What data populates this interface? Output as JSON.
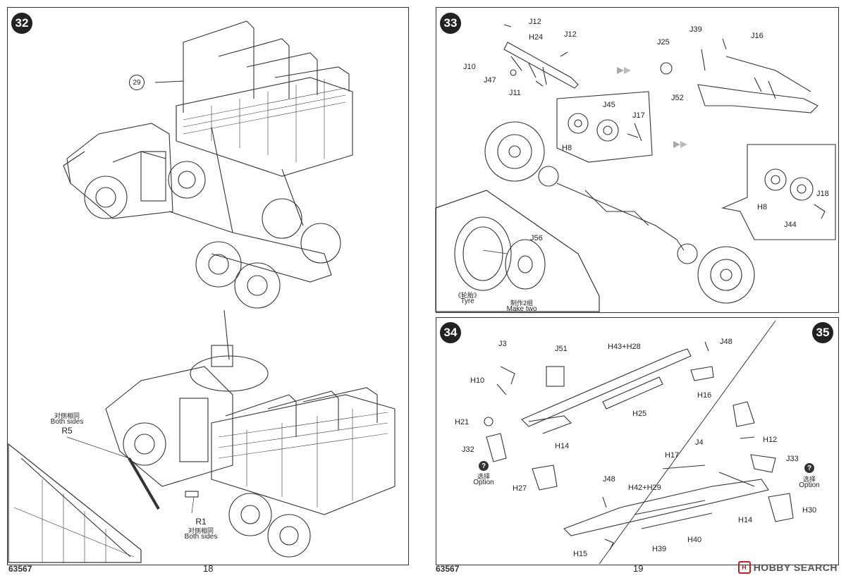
{
  "left_page": {
    "step_32": "32",
    "callout_29": "29",
    "r5": {
      "cn": "对侧相同",
      "en": "Both sides",
      "part": "R5"
    },
    "r1": {
      "part": "R1",
      "cn": "对侧相同",
      "en": "Both sides"
    },
    "code": "63567",
    "page_number": "18"
  },
  "right_page": {
    "step_33": "33",
    "step_34": "34",
    "step_35": "35",
    "s33_parts": {
      "j12a": "J12",
      "h24": "H24",
      "j12b": "J12",
      "j10": "J10",
      "j47": "J47",
      "j11": "J11",
      "j39": "J39",
      "j16": "J16",
      "j25": "J25",
      "j52": "J52",
      "j45": "J45",
      "j17": "J17",
      "h8a": "H8",
      "h8b": "H8",
      "j18": "J18",
      "j44": "J44",
      "j56": "J56"
    },
    "tyre": {
      "cn": "《轮胎》",
      "en": "Tyre"
    },
    "make_two": {
      "cn": "制作2组",
      "en": "Make two"
    },
    "s34_parts": {
      "j3": "J3",
      "j51": "J51",
      "h43h28": "H43+H28",
      "j48a": "J48",
      "h10": "H10",
      "h16": "H16",
      "h25": "H25",
      "h21": "H21",
      "h14a": "H14",
      "j32": "J32",
      "h27": "H27",
      "j4": "J4",
      "h12": "H12",
      "h17": "H17",
      "j33": "J33",
      "j48b": "J48",
      "h42h29": "H42+H29",
      "h30": "H30",
      "h14b": "H14",
      "h15": "H15",
      "h39": "H39",
      "h40": "H40"
    },
    "option_left": {
      "cn": "选择",
      "en": "Option"
    },
    "option_right": {
      "cn": "选择",
      "en": "Option"
    },
    "code": "63567",
    "page_number": "19"
  },
  "watermark": {
    "text": "HOBBY SEARCH"
  },
  "colors": {
    "line": "#333333",
    "accent": "#b22222",
    "badge": "#222222"
  }
}
